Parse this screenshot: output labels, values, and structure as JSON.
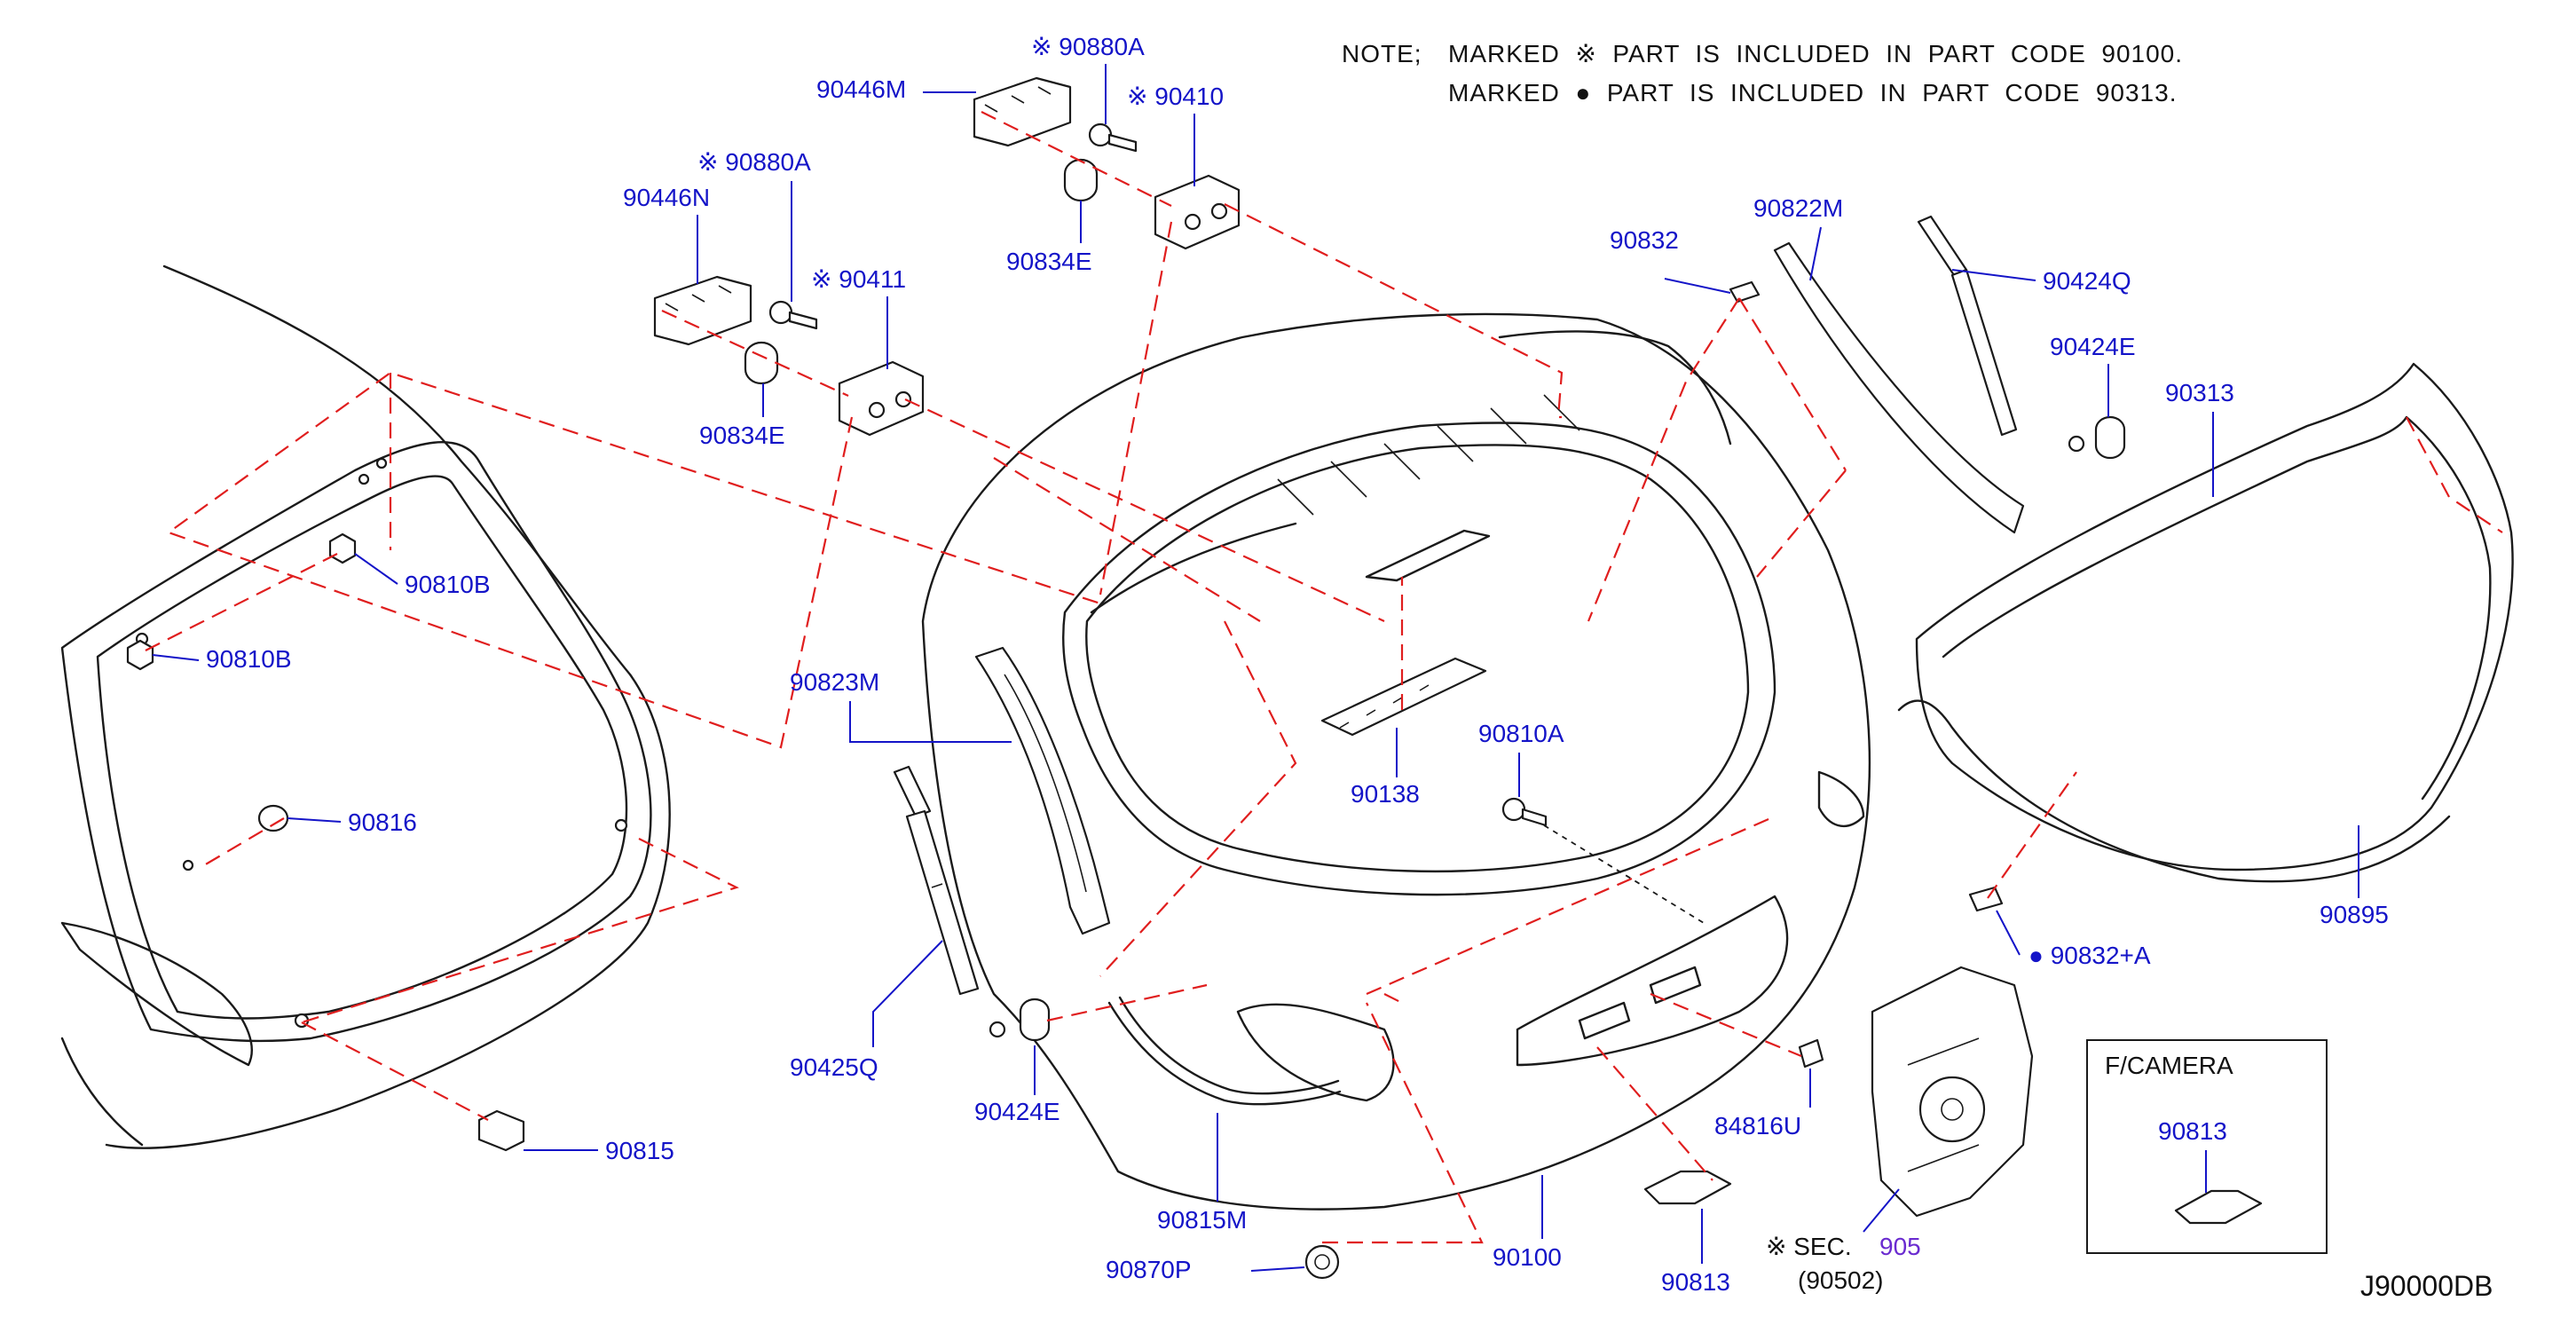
{
  "note": {
    "prefix": "NOTE;",
    "line1": "MARKED  ※  PART  IS  INCLUDED  IN  PART  CODE  90100.",
    "line2": "MARKED  ●  PART  IS  INCLUDED  IN  PART  CODE  90313."
  },
  "labels": {
    "p90446M": "90446M",
    "p90880A_top": "※ 90880A",
    "p90410": "※ 90410",
    "p90834E_top": "90834E",
    "p90446N": "90446N",
    "p90880A_left": "※ 90880A",
    "p90411": "※ 90411",
    "p90834E_left": "90834E",
    "p90810B_a": "90810B",
    "p90810B_b": "90810B",
    "p90816": "90816",
    "p90815": "90815",
    "p90823M": "90823M",
    "p90425Q": "90425Q",
    "p90424E_bottom": "90424E",
    "p90815M": "90815M",
    "p90870P": "90870P",
    "p90100": "90100",
    "p90138": "90138",
    "p90810A": "90810A",
    "p90832": "90832",
    "p90822M": "90822M",
    "p90424Q": "90424Q",
    "p90424E_right": "90424E",
    "p90313": "90313",
    "p90895": "90895",
    "p90832A": "● 90832+A",
    "p84816U": "84816U",
    "p90813": "90813",
    "sec_prefix": "※ SEC.",
    "sec_num": "905",
    "sec_ref": "(90502)",
    "camera_title": "F/CAMERA",
    "camera_part": "90813"
  },
  "diagram_code": "J90000DB",
  "colors": {
    "label": "#1414c8",
    "dash": "#e01e1e",
    "line": "#1a1a1a",
    "sec": "#6a2bd0"
  }
}
